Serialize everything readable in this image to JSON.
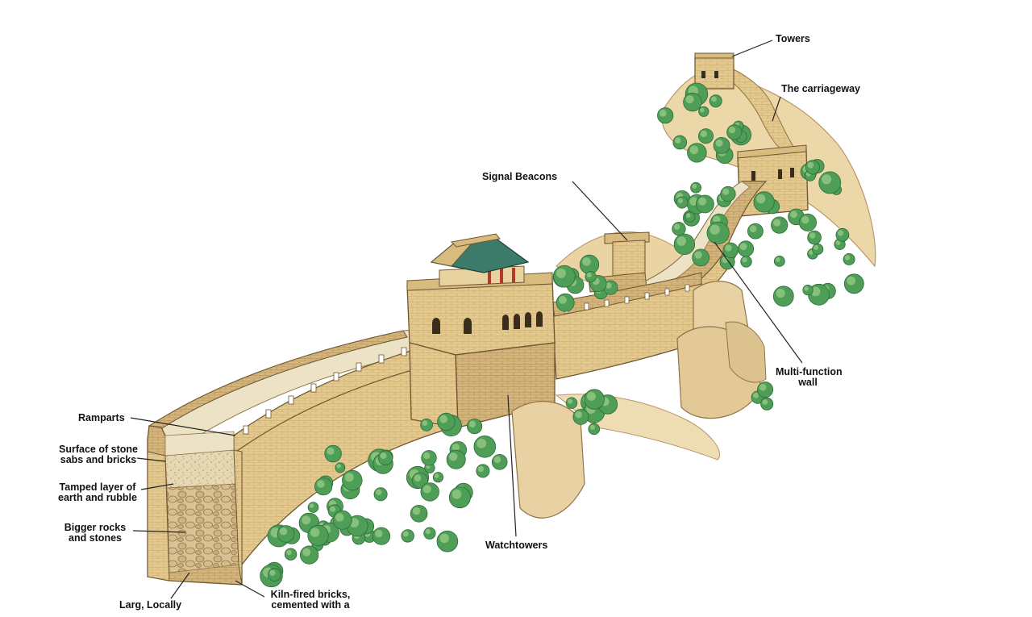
{
  "labels": {
    "towers": "Towers",
    "carriageway": "The carriageway",
    "signal_beacons": "Signal Beacons",
    "multi_function": [
      "Multi-function",
      "wall"
    ],
    "watchtowers": "Watchtowers",
    "ramparts": "Ramparts",
    "surface": [
      "Surface of stone",
      "sabs and bricks"
    ],
    "tamped": [
      "Tamped layer of",
      "earth and rubble"
    ],
    "bigger": [
      "Bigger rocks",
      "and stones"
    ],
    "kiln": [
      "Kiln-fired bricks,",
      "cemented with a"
    ],
    "large": "Larg, Locally"
  },
  "colors": {
    "wall": "#e3c98e",
    "wall_shade": "#c9a96a",
    "wall_dark": "#a88650",
    "walkway": "#ece2c6",
    "rock": "#e8d2a4",
    "rock_shade": "#c4a673",
    "vegetation": "#4f9e58",
    "vegetation_light": "#86c07a",
    "roof": "#3c7a6a",
    "pillar": "#b23a2a",
    "leader_line": "#222222"
  }
}
